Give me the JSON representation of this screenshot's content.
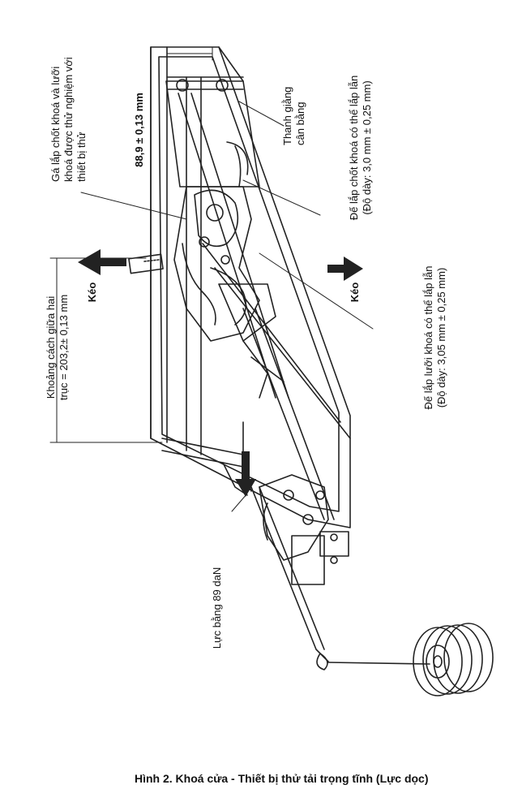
{
  "labels": {
    "fixture_top": {
      "line1": "Gá lắp chốt khoá và lưỡi",
      "line2": "khoá được thử nghiệm với",
      "line3": "thiết bị thử"
    },
    "dimension_88": "88,9 ± 0,13 mm",
    "balance_bar": {
      "line1": "Thanh giằng",
      "line2": "cân bằng"
    },
    "rolling_pin_mount": {
      "line1": "Đế lắp chốt khoá có thể lắp lẫn",
      "line2": "(Độ dày: 3,0 mm ± 0,25 mm)"
    },
    "pull_left": "Kéo",
    "axis_distance": {
      "line1": "Khoảng cách giữa hai",
      "line2": "trục = 203,2± 0,13 mm"
    },
    "pull_right": "Kéo",
    "rolling_latch_mount": {
      "line1": "Đế lắp lưỡi khoá có thể lắp lẫn",
      "line2": "(Độ dày:  3,05 mm ± 0,25 mm)"
    },
    "force": "Lực bằng  89 daN"
  },
  "caption": "Hình 2. Khoá cửa - Thiết bị thử tải trọng tĩnh (Lực dọc)"
}
